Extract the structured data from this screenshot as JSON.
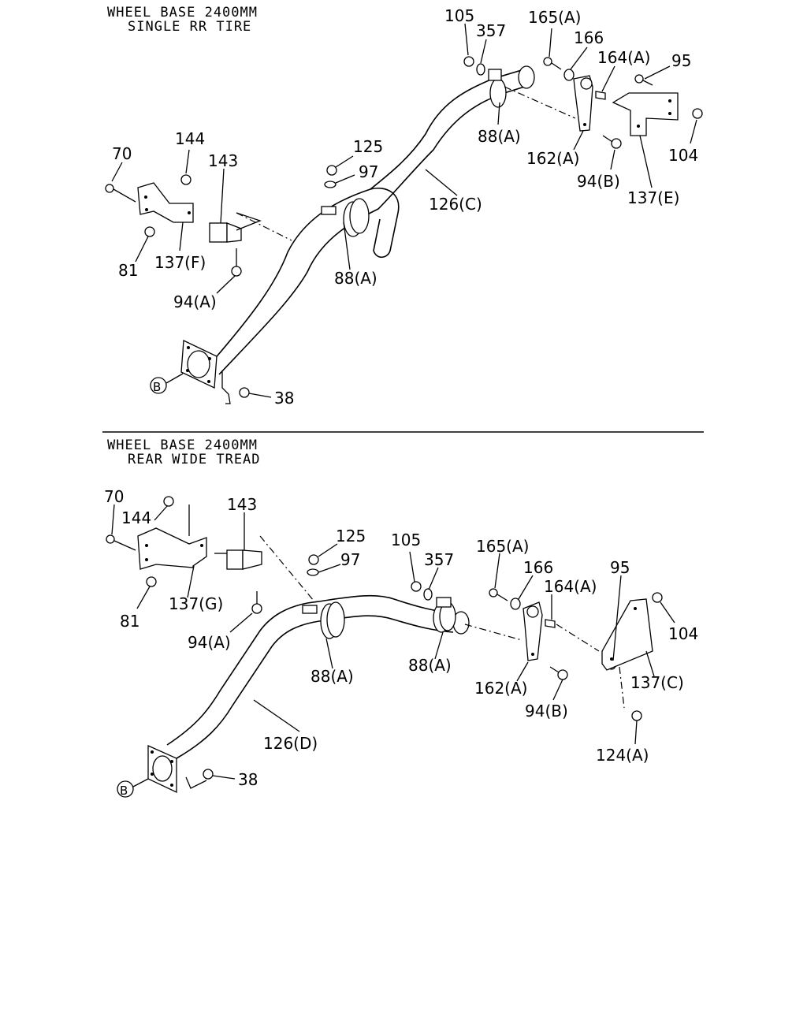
{
  "sections": [
    {
      "heading_line1": "WHEEL BASE 2400MM",
      "heading_line2": "SINGLE RR TIRE",
      "ref_mark": "B",
      "callouts": [
        "105",
        "357",
        "165(A)",
        "166",
        "164(A)",
        "95",
        "88(A)",
        "162(A)",
        "94(B)",
        "104",
        "137(E)",
        "126(C)",
        "125",
        "97",
        "88(A)",
        "70",
        "144",
        "143",
        "137(F)",
        "81",
        "94(A)",
        "38"
      ]
    },
    {
      "heading_line1": "WHEEL BASE 2400MM",
      "heading_line2": "REAR WIDE TREAD",
      "ref_mark": "B",
      "callouts": [
        "70",
        "144",
        "143",
        "125",
        "97",
        "105",
        "357",
        "165(A)",
        "166",
        "164(A)",
        "95",
        "104",
        "137(G)",
        "81",
        "94(A)",
        "88(A)",
        "88(A)",
        "162(A)",
        "94(B)",
        "137(C)",
        "126(D)",
        "124(A)",
        "38"
      ]
    }
  ]
}
